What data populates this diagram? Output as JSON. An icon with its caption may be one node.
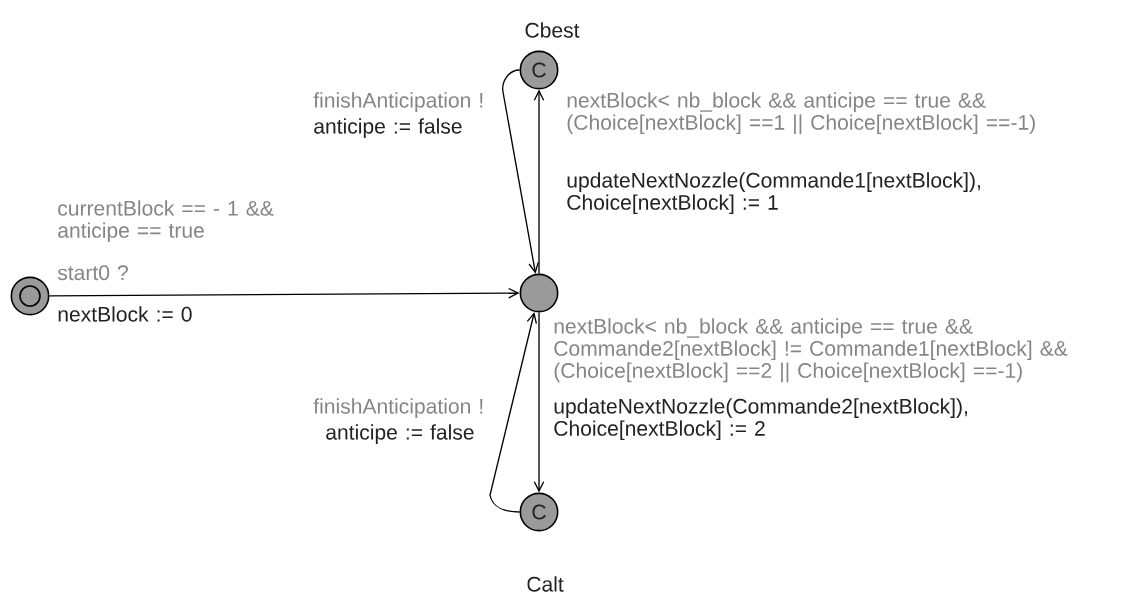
{
  "diagram": {
    "nodes": [
      {
        "text": [],
        "shape": "circle"
      },
      {
        "text": [
          "C"
        ],
        "beside": [
          "Cbest"
        ]
      },
      {
        "text": [],
        "shape": "circle"
      },
      {
        "text": [
          "C"
        ],
        "beside": [
          "Calt"
        ]
      }
    ],
    "edges": [
      {
        "from": 0,
        "to": 2,
        "arrow": "to",
        "label": "start0 ?"
      },
      {
        "from": 1,
        "to": 2,
        "arrow": "to",
        "label": "finishAnticipation !"
      },
      {
        "from": 2,
        "to": 1,
        "arrow": "to",
        "label": "nextBlock< nb_block && anticipe == true && (Choice[nextBlock] ==1 || Choice[nextBlock] ==-1)"
      },
      {
        "from": 2,
        "to": 3,
        "arrow": "to",
        "label": "nextBlock< nb_block && anticipe == true && Commande2[nextBlock] != Commande1[nextBlock] && (Choice[nextBlock] ==2 || Choice[nextBlock] ==-1)"
      },
      {
        "from": 3,
        "to": 2,
        "arrow": "to",
        "label": "finishAnticipation !"
      }
    ],
    "labels": [
      "anticipe := false",
      "updateNextNozzle(Commande1[nextBlock]), Choice[nextBlock] := 1",
      "currentBlock == - 1 && anticipe == true",
      "nextBlock := 0",
      "updateNextNozzle(Commande2[nextBlock]), Choice[nextBlock] := 2",
      "anticipe := false"
    ]
  }
}
